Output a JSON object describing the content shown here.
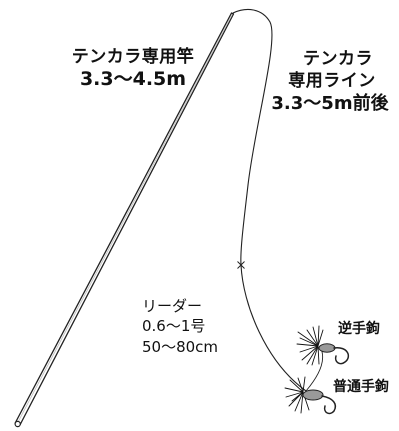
{
  "rod": {
    "name": "テンカラ専用竿",
    "length": "3.3〜4.5m"
  },
  "line": {
    "name_line1": "テンカラ",
    "name_line2": "専用ライン",
    "length": "3.3〜5m前後"
  },
  "leader": {
    "name": "リーダー",
    "size": "0.6〜1号",
    "length": "50〜80cm"
  },
  "flies": {
    "reverse": "逆手鉤",
    "normal": "普通手鉤"
  },
  "colors": {
    "ink": "#111111",
    "line": "#222222",
    "fly_body": "#9a9a9a",
    "background": "#ffffff"
  }
}
